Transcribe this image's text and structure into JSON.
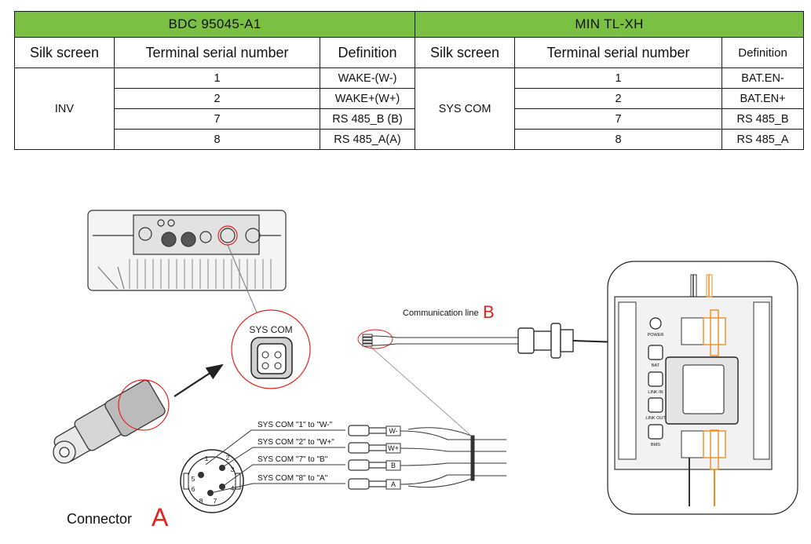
{
  "table": {
    "groups": [
      "BDC 95045-A1",
      "MIN TL-XH"
    ],
    "headers": [
      "Silk screen",
      "Terminal serial number",
      "Definition",
      "Silk screen",
      "Terminal serial number",
      "Definition"
    ],
    "left_silk": "INV",
    "right_silk": "SYS COM",
    "rows": [
      {
        "left_terminal": "1",
        "left_def": "WAKE-(W-)",
        "right_terminal": "1",
        "right_def": "BAT.EN-"
      },
      {
        "left_terminal": "2",
        "left_def": "WAKE+(W+)",
        "right_terminal": "2",
        "right_def": "BAT.EN+"
      },
      {
        "left_terminal": "7",
        "left_def": "RS 485_B (B)",
        "right_terminal": "7",
        "right_def": "RS 485_B"
      },
      {
        "left_terminal": "8",
        "left_def": "RS 485_A(A)",
        "right_terminal": "8",
        "right_def": "RS 485_A"
      }
    ]
  },
  "diagram": {
    "sys_com_label": "SYS COM",
    "communication_line_label": "Communication line",
    "communication_line_letter": "B",
    "connector_label": "Connector",
    "connector_letter": "A",
    "wire_labels": [
      "SYS COM \"1\" to \"W-\"",
      "SYS COM \"2\" to \"W+\"",
      "SYS COM \"7\" to \"B\"",
      "SYS COM \"8\" to \"A\""
    ],
    "wire_tags": [
      "W-",
      "W+",
      "B",
      "A"
    ],
    "pin_numbers": [
      "1",
      "2",
      "3",
      "4",
      "5",
      "6",
      "7",
      "8"
    ],
    "device_port_labels": [
      "POWER",
      "BAT",
      "LINK IN",
      "LINK OUT",
      "BMS"
    ],
    "accent_color": "#e2231a",
    "header_green": "#7ac143",
    "cable_orange": "#f08c1e"
  }
}
